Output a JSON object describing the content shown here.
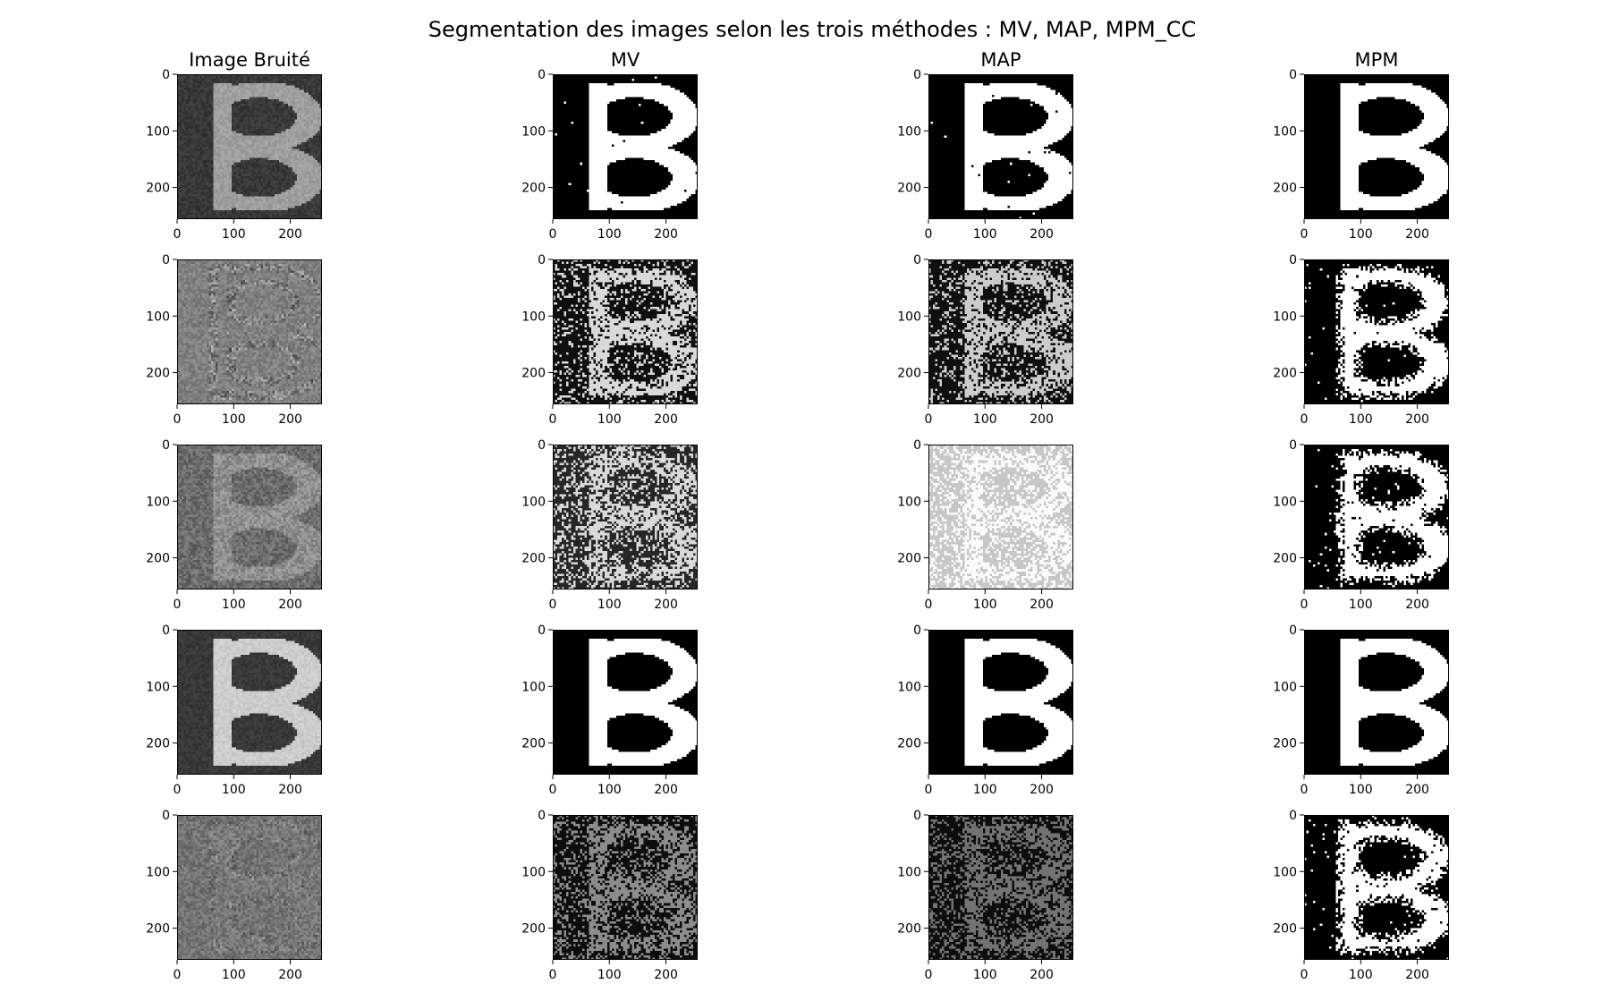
{
  "figure": {
    "title": "Segmentation des images selon les trois méthodes : MV, MAP, MPM_CC"
  },
  "chart_data": {
    "type": "image-grid",
    "title": "Segmentation des images selon les trois méthodes : MV, MAP, MPM_CC",
    "columns": [
      "Image Bruité",
      "MV",
      "MAP",
      "MPM"
    ],
    "rows": 5,
    "x_ticks": [
      0,
      100,
      200
    ],
    "y_ticks": [
      0,
      100,
      200
    ],
    "xlim": [
      0,
      256
    ],
    "ylim": [
      256,
      0
    ],
    "grid": false,
    "panels": [
      [
        {
          "kind": "noisy",
          "bg": 0.22,
          "fg": 0.62,
          "noise": 0.05
        },
        {
          "kind": "seg",
          "bg": 0.0,
          "fg": 1.0,
          "flip": 0.004
        },
        {
          "kind": "seg",
          "bg": 0.0,
          "fg": 1.0,
          "flip": 0.003
        },
        {
          "kind": "seg",
          "bg": 0.0,
          "fg": 1.0,
          "flip": 0.0
        }
      ],
      [
        {
          "kind": "noisy",
          "bg": 0.5,
          "fg": 0.5,
          "noise": 0.08,
          "edge": 0.18
        },
        {
          "kind": "seg",
          "bg": 0.06,
          "fg": 0.85,
          "flip": 0.22
        },
        {
          "kind": "seg",
          "bg": 0.06,
          "fg": 0.8,
          "flip": 0.24
        },
        {
          "kind": "blob",
          "bg": 0.0,
          "fg": 1.0,
          "flip": 0.01
        }
      ],
      [
        {
          "kind": "noisy",
          "bg": 0.42,
          "fg": 0.56,
          "noise": 0.1
        },
        {
          "kind": "seg",
          "bg": 0.15,
          "fg": 0.85,
          "flip": 0.32
        },
        {
          "kind": "seg",
          "bg": 0.78,
          "fg": 0.98,
          "flip": 0.3
        },
        {
          "kind": "blob",
          "bg": 0.0,
          "fg": 1.0,
          "flip": 0.02
        }
      ],
      [
        {
          "kind": "noisy",
          "bg": 0.22,
          "fg": 0.8,
          "noise": 0.04
        },
        {
          "kind": "seg",
          "bg": 0.0,
          "fg": 1.0,
          "flip": 0.0
        },
        {
          "kind": "seg",
          "bg": 0.0,
          "fg": 1.0,
          "flip": 0.0
        },
        {
          "kind": "seg",
          "bg": 0.0,
          "fg": 1.0,
          "flip": 0.0
        }
      ],
      [
        {
          "kind": "noisy",
          "bg": 0.45,
          "fg": 0.47,
          "noise": 0.09,
          "edge": 0.1
        },
        {
          "kind": "seg",
          "bg": 0.05,
          "fg": 0.55,
          "flip": 0.3
        },
        {
          "kind": "seg",
          "bg": 0.05,
          "fg": 0.45,
          "flip": 0.3
        },
        {
          "kind": "blob",
          "bg": 0.0,
          "fg": 1.0,
          "flip": 0.03
        }
      ]
    ]
  }
}
